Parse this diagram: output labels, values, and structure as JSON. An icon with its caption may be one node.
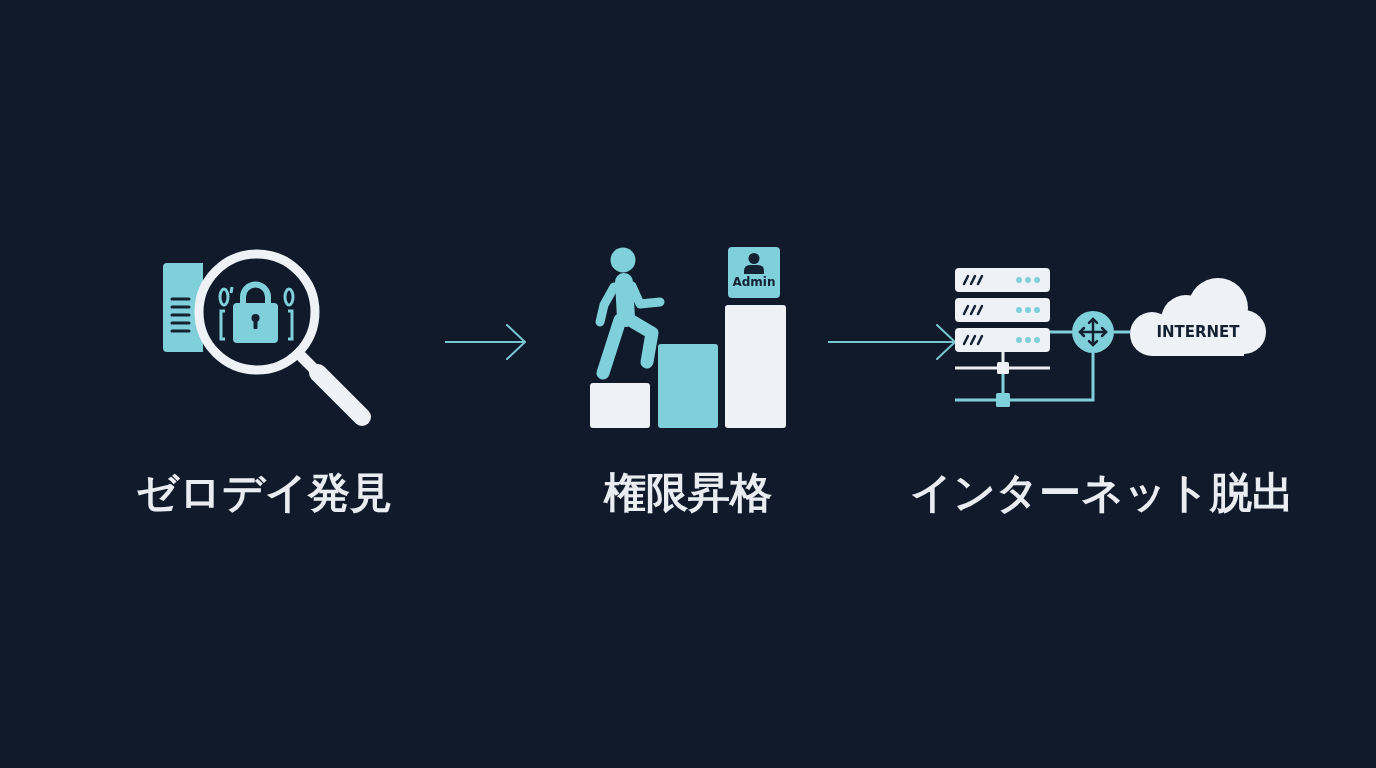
{
  "diagram": {
    "nodes": [
      {
        "text": [
          "ゼロデイ発見"
        ]
      },
      {
        "text": [
          "権限昇格"
        ]
      },
      {
        "text": [
          "Admin"
        ],
        "in": 1
      },
      {
        "text": [
          "インターネット脱出"
        ]
      },
      {
        "text": [],
        "shape": "picture"
      },
      {
        "text": [],
        "shape": "circle"
      },
      {
        "text": [
          "INTERNET"
        ]
      }
    ],
    "edges": [
      {
        "from": 0,
        "to": 1,
        "arrow": "to"
      },
      {
        "from": 1,
        "to": 4,
        "arrow": "to"
      },
      {
        "from": 4,
        "to": 5,
        "arrow": "none"
      },
      {
        "from": 5,
        "to": 6,
        "arrow": "none"
      },
      {
        "from": 4,
        "to": 5,
        "arrow": "none"
      }
    ]
  }
}
